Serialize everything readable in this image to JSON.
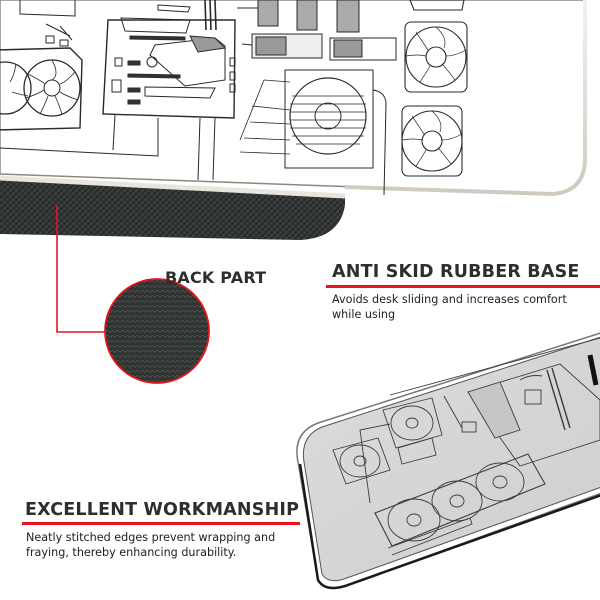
{
  "features": {
    "back_part": {
      "title": "BACK PART"
    },
    "anti_skid": {
      "title": "ANTI SKID RUBBER BASE",
      "description": "Avoids desk sliding and increases comfort while using"
    },
    "workmanship": {
      "title": "EXCELLENT WORKMANSHIP",
      "description": "Neatly stitched edges prevent wrapping and fraying, thereby enhancing durability."
    }
  },
  "colors": {
    "accent_red": "#e8141b",
    "rubber_dark": "#2c2f2e",
    "pad_grey": "#d4d4d4",
    "heading_text": "#2e2e2e"
  },
  "imagery": {
    "top_pad": "white desk mat with PC component blueprint (motherboard, GPU, RAM, SSD, fans, PSU)",
    "bottom_pad": "grey desk mat in perspective with PC component blueprint (fans, cooler, GPU, motherboard)",
    "zoom_circle": "herringbone rubber texture close-up"
  }
}
